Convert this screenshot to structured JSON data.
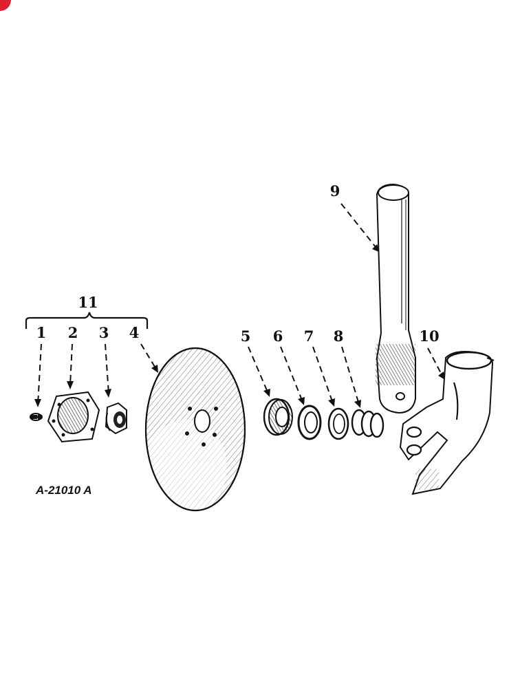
{
  "diagram": {
    "figure_code": "A-21010 A",
    "callouts": [
      {
        "id": "1",
        "text": "1"
      },
      {
        "id": "2",
        "text": "2"
      },
      {
        "id": "3",
        "text": "3"
      },
      {
        "id": "4",
        "text": "4"
      },
      {
        "id": "5",
        "text": "5"
      },
      {
        "id": "6",
        "text": "6"
      },
      {
        "id": "7",
        "text": "7"
      },
      {
        "id": "8",
        "text": "8"
      },
      {
        "id": "9",
        "text": "9"
      },
      {
        "id": "10",
        "text": "10"
      },
      {
        "id": "11",
        "text": "11"
      }
    ],
    "colors": {
      "ink": "#111111",
      "paper": "#ffffff",
      "corner_badge": "#e0202f"
    }
  }
}
